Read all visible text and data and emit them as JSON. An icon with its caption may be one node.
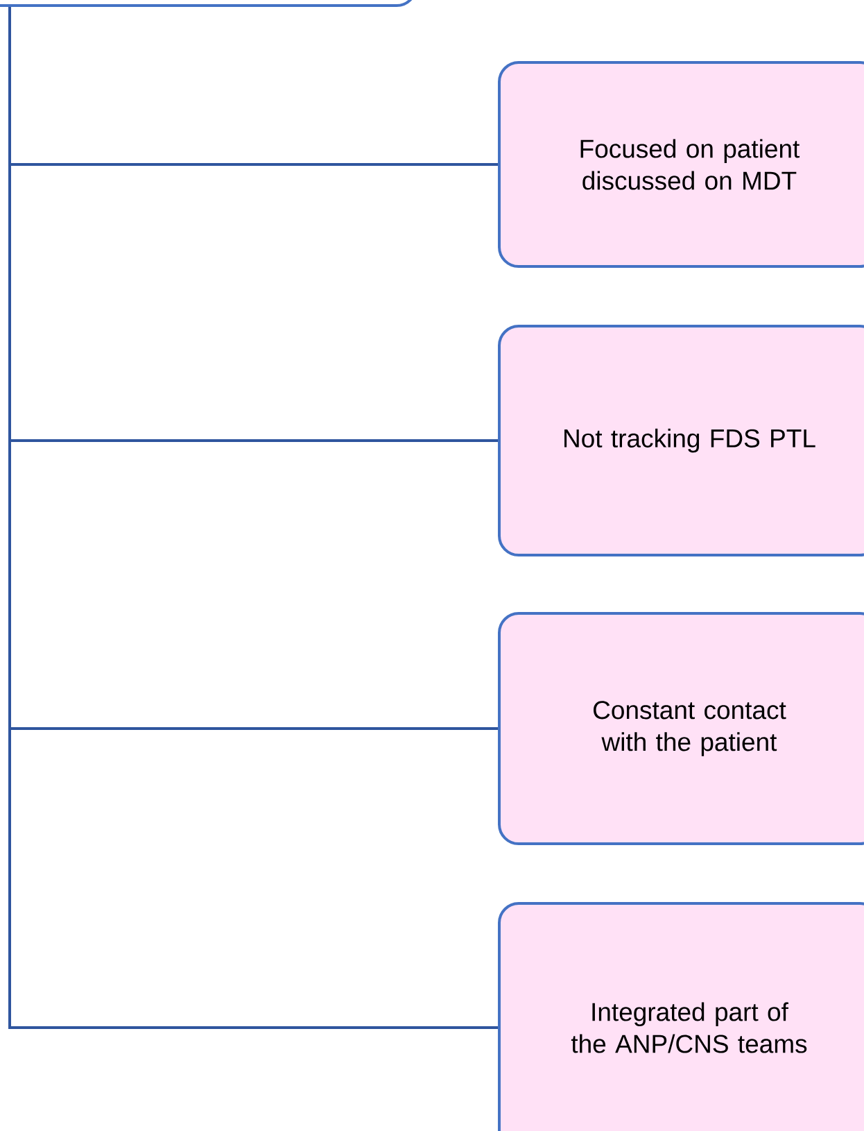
{
  "diagram": {
    "nodes": [
      {
        "text": [],
        "shape": "box"
      },
      {
        "text": [
          "Focused on patient discussed on MDT"
        ]
      },
      {
        "text": [
          "Not tracking FDS PTL"
        ]
      },
      {
        "text": [
          "Constant contact with the patient"
        ]
      },
      {
        "text": [
          "Integrated part of the ANP/CNS teams"
        ]
      }
    ],
    "edges": [
      {
        "from": 0,
        "to": 1,
        "arrow": "none"
      },
      {
        "from": 0,
        "to": 2,
        "arrow": "none"
      },
      {
        "from": 0,
        "to": 3,
        "arrow": "none"
      },
      {
        "from": 0,
        "to": 4,
        "arrow": "none"
      }
    ]
  }
}
